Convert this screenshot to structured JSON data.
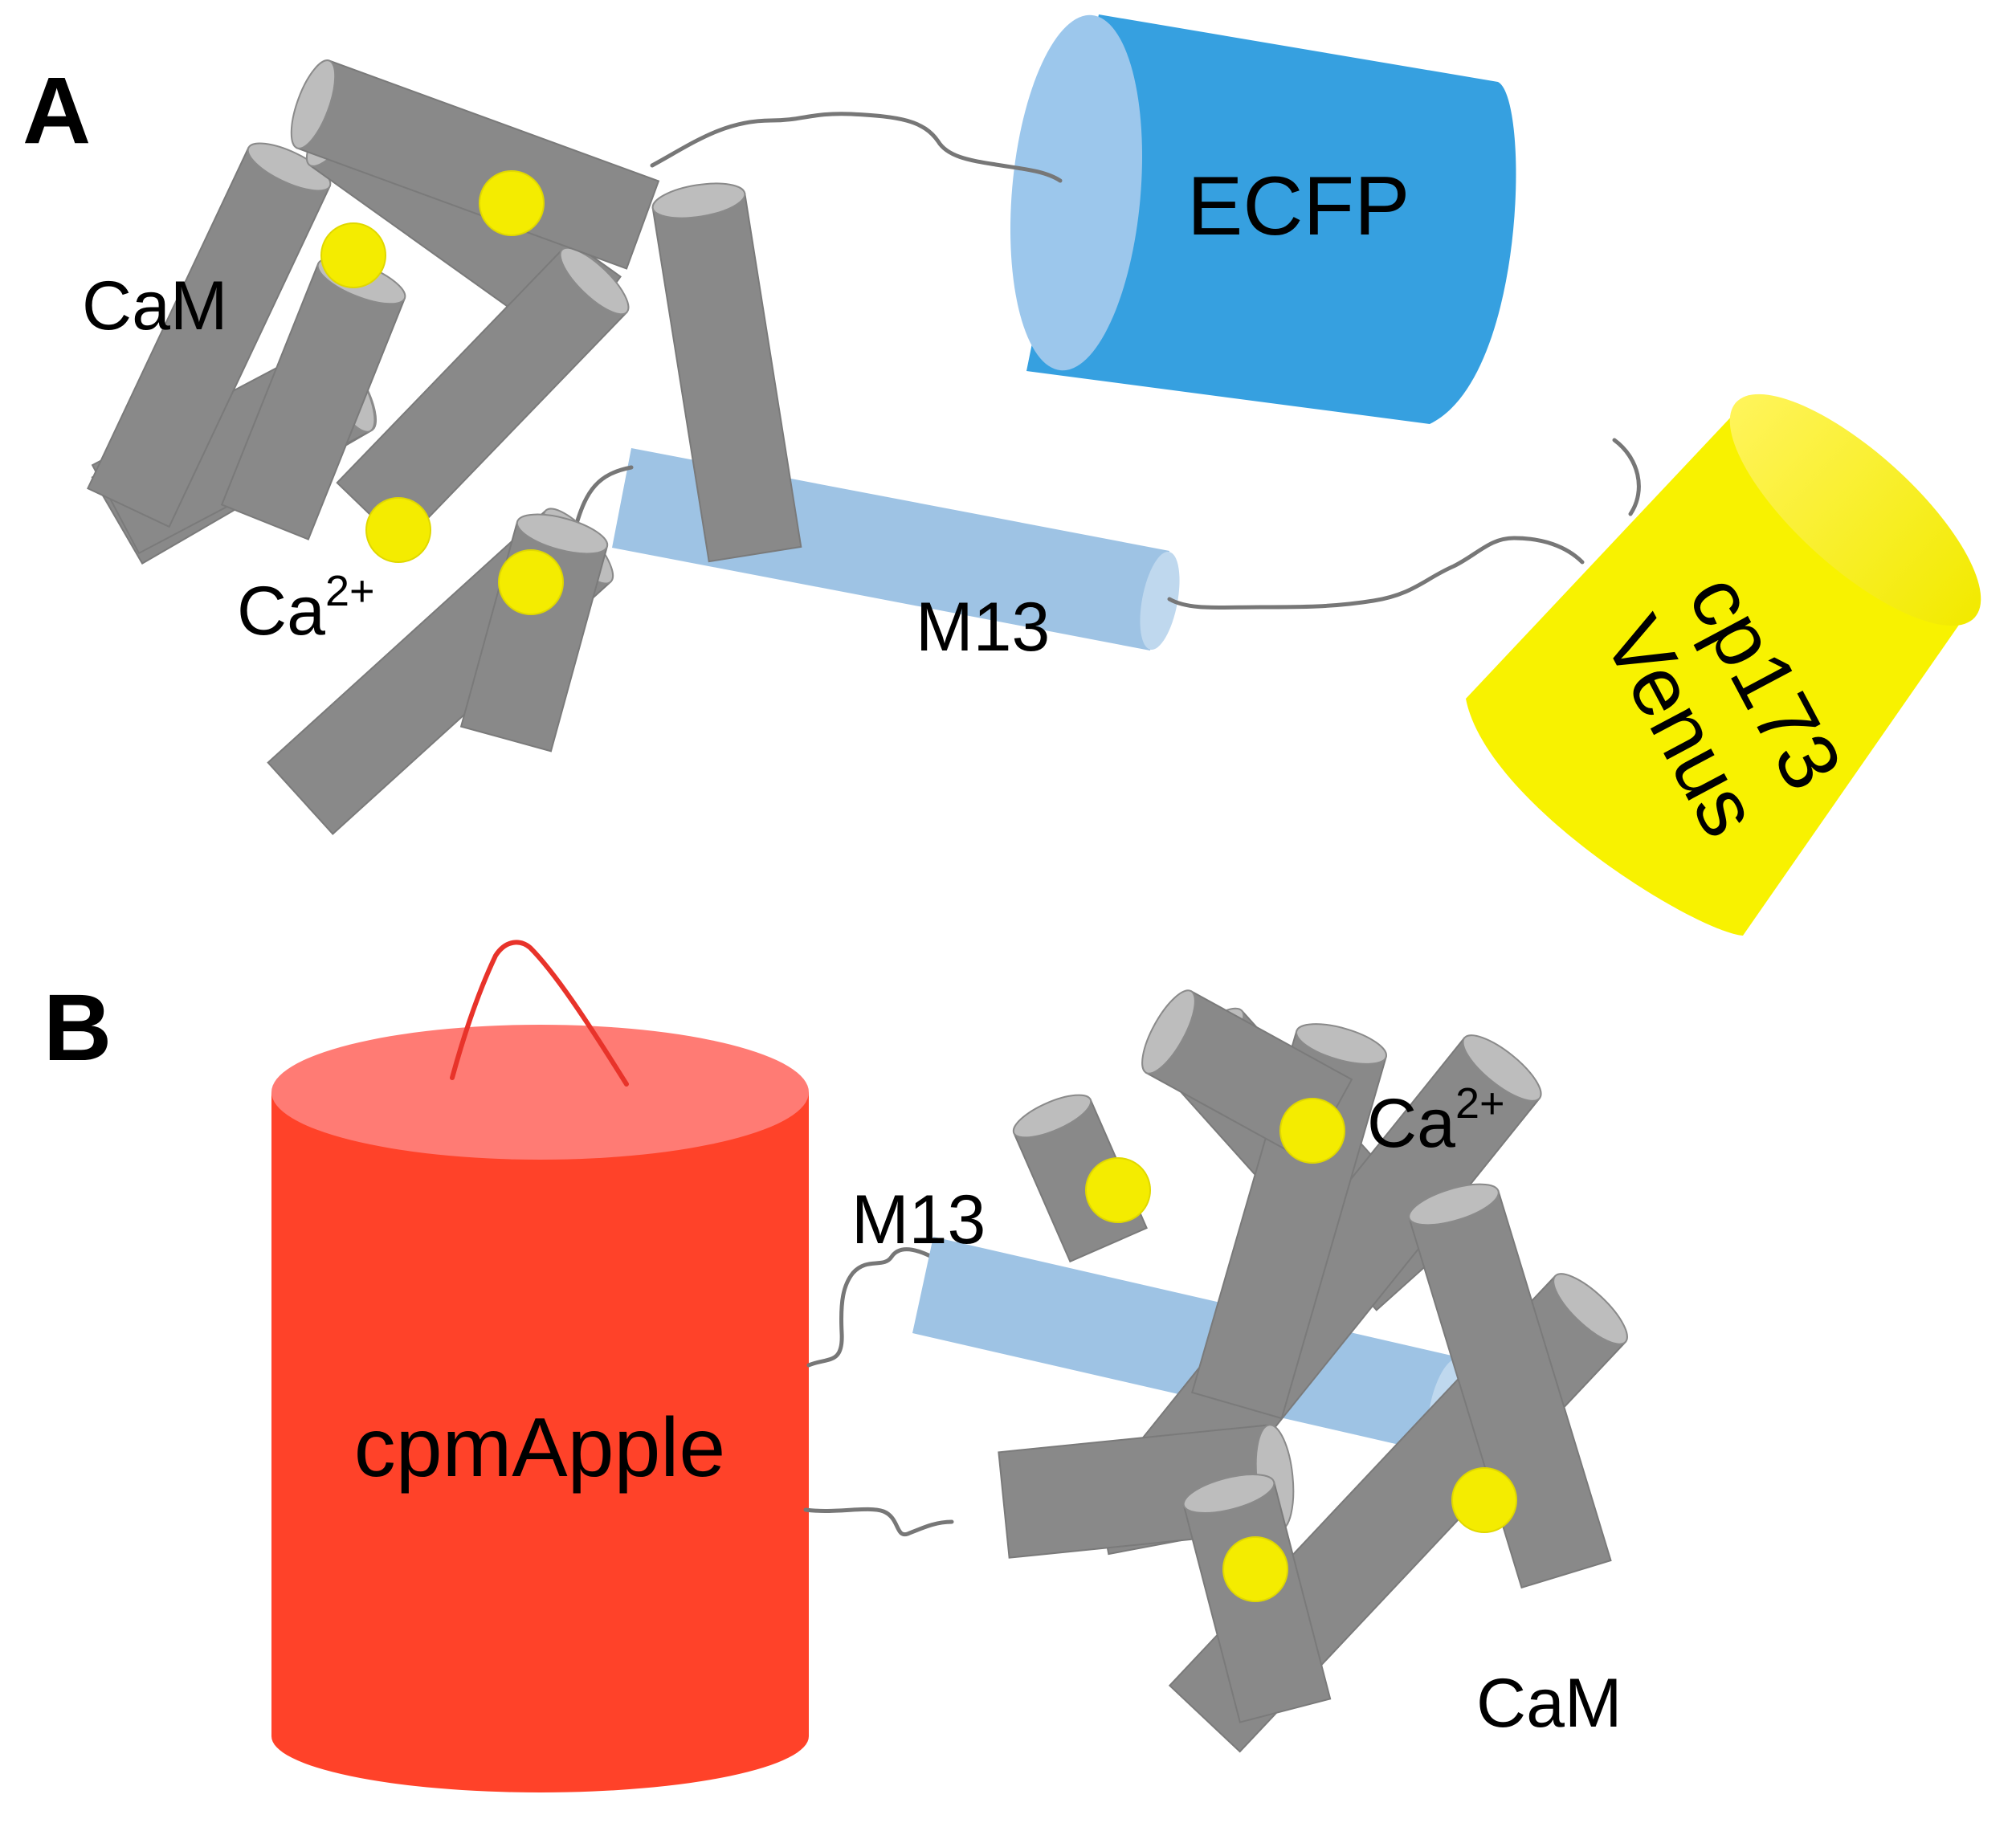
{
  "panels": [
    {
      "letter": "A",
      "labels": {
        "cam": "CaM",
        "ca_base": "Ca",
        "ca_sup": "2+",
        "m13": "M13",
        "donor": "ECFP",
        "acceptor_line1": "cp173",
        "acceptor_line2": "Venus"
      }
    },
    {
      "letter": "B",
      "labels": {
        "fp": "cpmApple",
        "m13": "M13",
        "ca_base": "Ca",
        "ca_sup": "2+",
        "cam": "CaM"
      }
    }
  ],
  "colors": {
    "helix": "#898989",
    "helix_cap": "#bdbdbd",
    "ca_ion": "#f4ec00",
    "m13": "#9ec3e4",
    "ecfp": "#36a0e0",
    "venus": "#f8f200",
    "cpmapple": "#ff4229",
    "linker": "#777777",
    "cpmapple_loop": "#e8332a"
  },
  "icons": [
    "helix-cylinder",
    "calcium-ion",
    "linker",
    "fluorescent-protein-barrel"
  ]
}
